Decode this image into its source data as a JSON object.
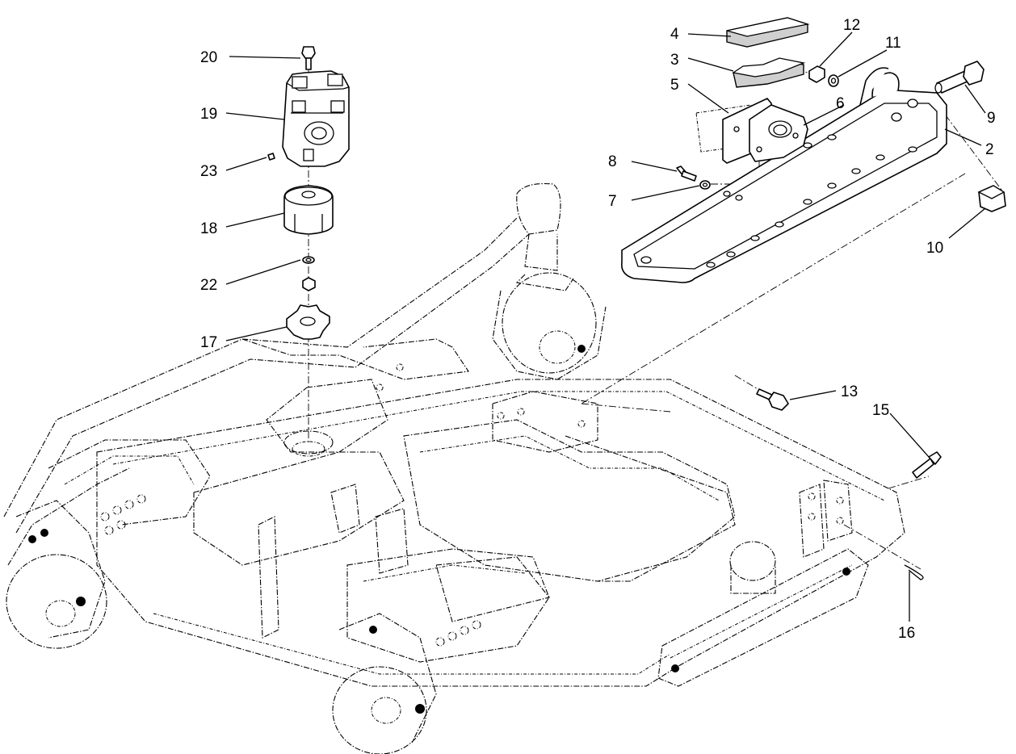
{
  "callouts": [
    {
      "id": "c2",
      "label": "2"
    },
    {
      "id": "c3",
      "label": "3"
    },
    {
      "id": "c4",
      "label": "4"
    },
    {
      "id": "c5",
      "label": "5"
    },
    {
      "id": "c6",
      "label": "6"
    },
    {
      "id": "c7",
      "label": "7"
    },
    {
      "id": "c8",
      "label": "8"
    },
    {
      "id": "c9",
      "label": "9"
    },
    {
      "id": "c10",
      "label": "10"
    },
    {
      "id": "c11",
      "label": "11"
    },
    {
      "id": "c12",
      "label": "12"
    },
    {
      "id": "c13",
      "label": "13"
    },
    {
      "id": "c15",
      "label": "15"
    },
    {
      "id": "c16",
      "label": "16"
    },
    {
      "id": "c17",
      "label": "17"
    },
    {
      "id": "c18",
      "label": "18"
    },
    {
      "id": "c19",
      "label": "19"
    },
    {
      "id": "c20",
      "label": "20"
    },
    {
      "id": "c22",
      "label": "22"
    },
    {
      "id": "c23",
      "label": "23"
    }
  ]
}
